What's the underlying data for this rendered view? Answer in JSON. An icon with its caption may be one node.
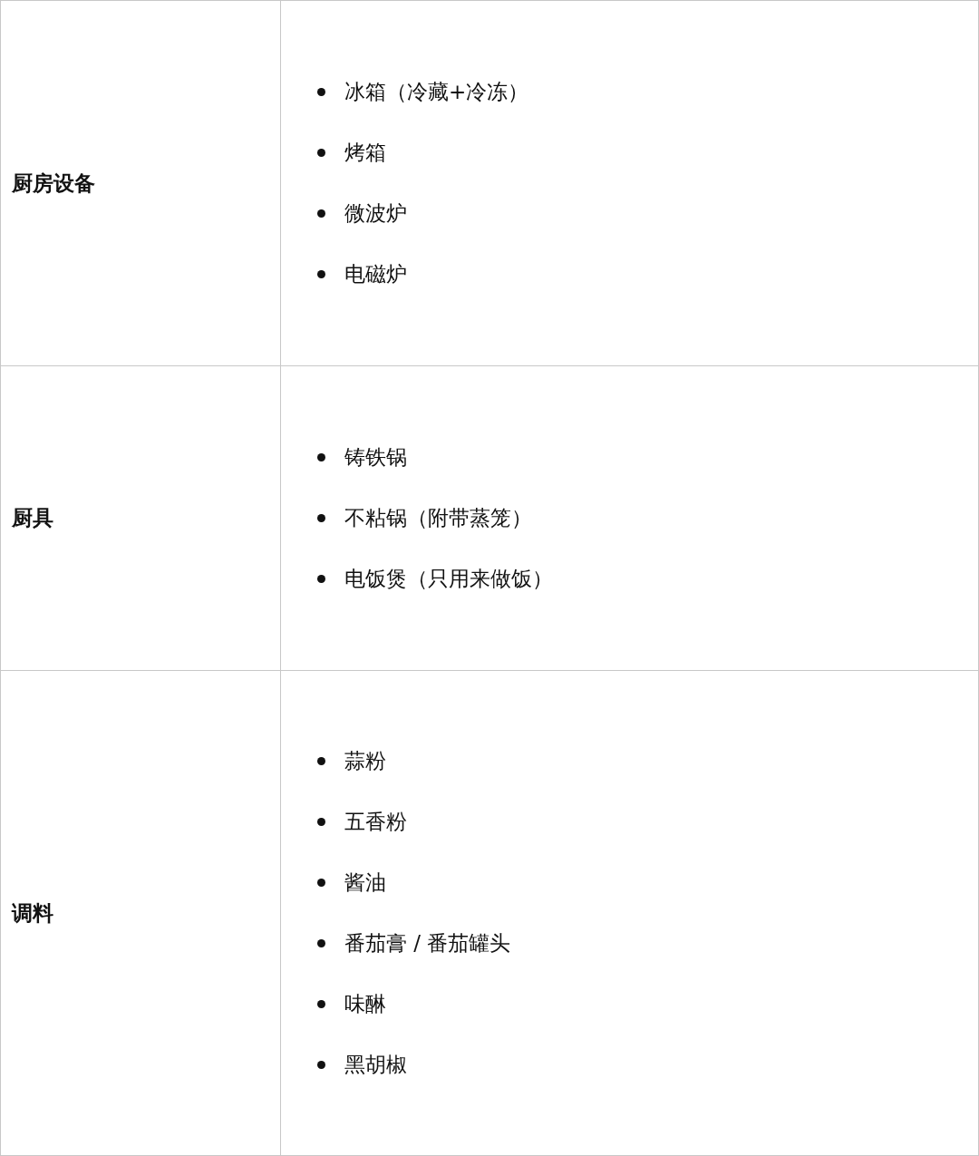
{
  "diagram": {
    "labels": [
      "厨房设备",
      "冰箱（冷藏+冷冻）",
      "烤箱",
      "微波炉",
      "电磁炉",
      "厨具",
      "铸铁锅",
      "不粘锅（附带蒸笼）",
      "电饭煲（只用来做饭）",
      "调料",
      "蒜粉",
      "五香粉",
      "酱油",
      "番茄膏 / 番茄罐头",
      "味醂",
      "黑胡椒"
    ]
  }
}
